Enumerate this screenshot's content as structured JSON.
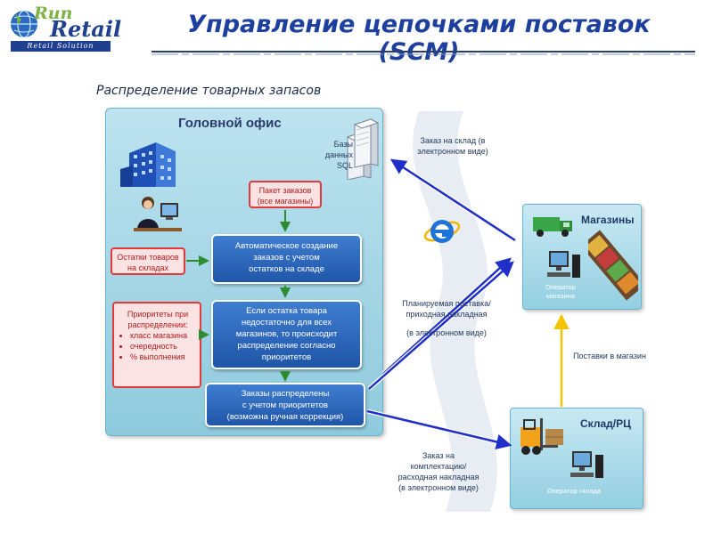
{
  "logo": {
    "run": "Run",
    "retail": "Retail",
    "tagline": "Retail Solution"
  },
  "title": "Управление цепочками поставок (SCM)",
  "subtitle": "Распределение товарных запасов",
  "office": {
    "title": "Головной офис",
    "db_label": [
      "Базы",
      "данных",
      "SQL"
    ],
    "order_package": [
      "Пакет заказов",
      "(все магазины)"
    ],
    "stock_remains": [
      "Остатки товаров",
      "на складах"
    ],
    "auto_create": [
      "Автоматическое создание",
      "заказов с учетом",
      "остатков на складе"
    ],
    "priorities": {
      "heading": [
        "Приоритеты при",
        "распределении:"
      ],
      "items": [
        "класс магазина",
        "очередность",
        "% выполнения"
      ]
    },
    "if_insufficient": [
      "Если остатка товара",
      "недостаточно для всех",
      "магазинов, то происходит",
      "распределение согласно",
      "приоритетов"
    ],
    "orders_distributed": [
      "Заказы распределены",
      "с учетом приоритетов",
      "(возможна ручная коррекция)"
    ]
  },
  "stores": {
    "title": "Магазины",
    "operator": [
      "Оператор",
      "магазина"
    ]
  },
  "warehouse": {
    "title": "Склад/РЦ",
    "operator": "Оператор склада"
  },
  "notes": {
    "order_to_warehouse": [
      "Заказ на склад (в",
      "электронном виде)"
    ],
    "planned_delivery": [
      "Планируемая поставка/",
      "приходная накладная"
    ],
    "planned_delivery_electronic": "(в электронном виде)",
    "delivery_to_store": "Поставки в магазин",
    "picking_order": [
      "Заказ на",
      "комплектацию/",
      "расходная накладная",
      "(в электронном виде)"
    ]
  },
  "colors": {
    "title": "#1d3f9e",
    "panel": "#a9d8e8",
    "box_blue": "#2b65b8",
    "box_red": "#e03a3a",
    "arrow_blue": "#1f2fc8",
    "arrow_yellow": "#f5c400",
    "arrow_green": "#2e8b2e"
  }
}
